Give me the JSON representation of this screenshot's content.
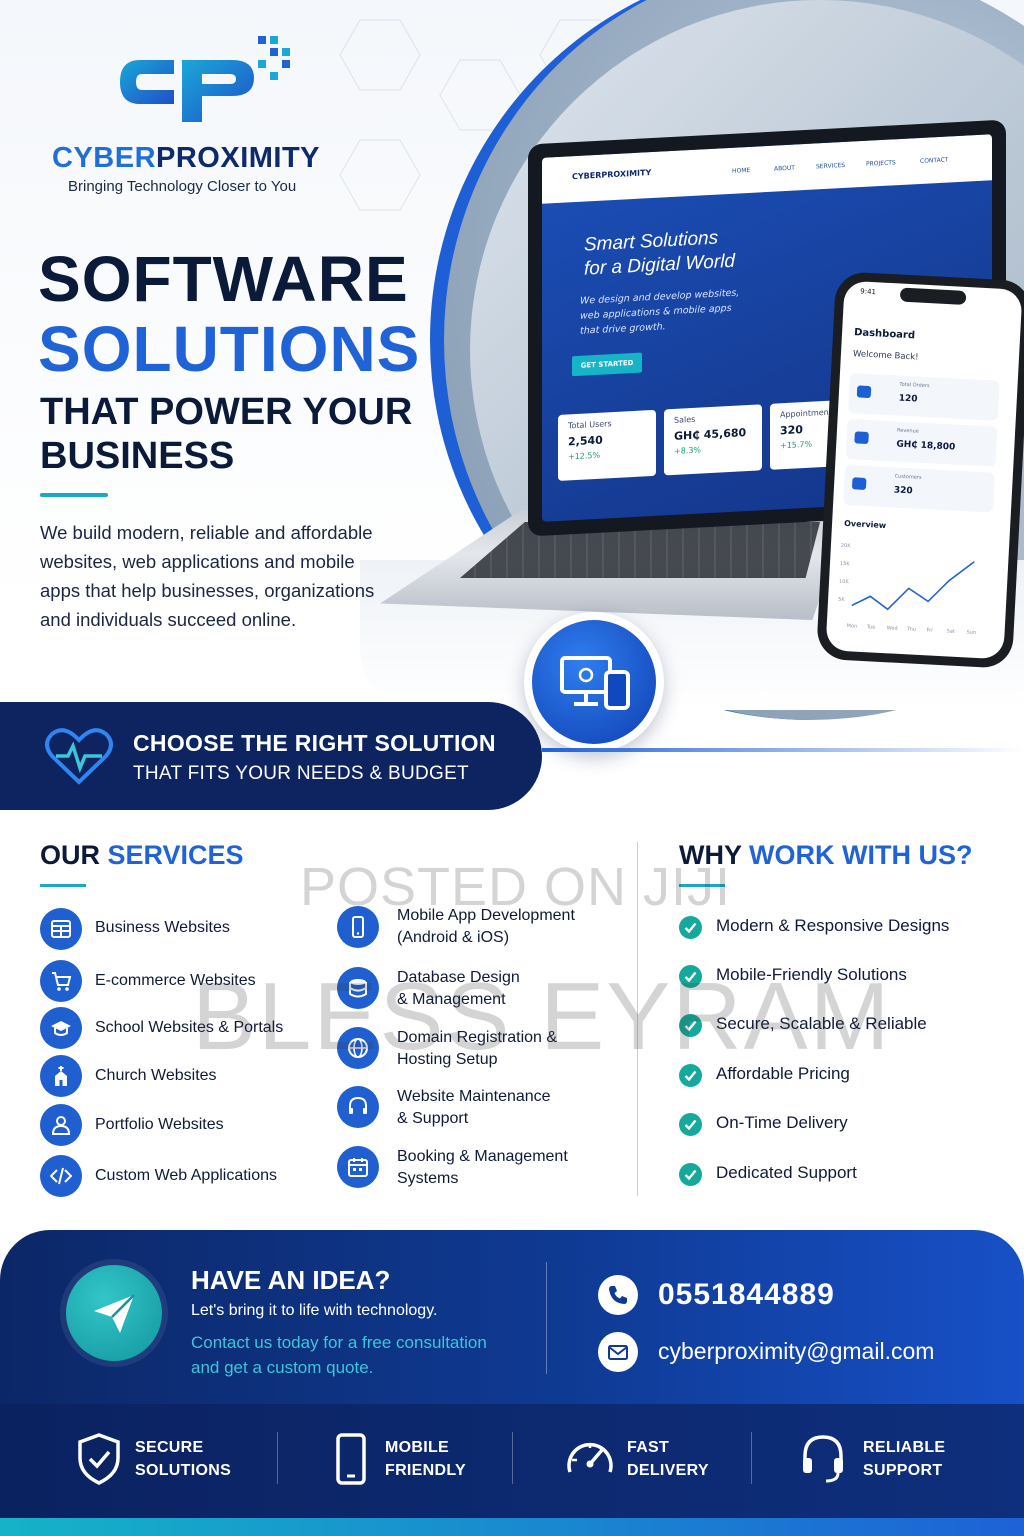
{
  "brand": {
    "logo_mark": "CP",
    "name_part1": "CYBER",
    "name_part2": "PROXIMITY",
    "tagline": "Bringing Technology Closer to You"
  },
  "hero": {
    "line1": "SOFTWARE",
    "line2": "SOLUTIONS",
    "line3": "THAT POWER YOUR",
    "line4": "BUSINESS",
    "intro": "We build modern, reliable and affordable websites, web applications and mobile apps that help businesses, organizations and individuals succeed online."
  },
  "laptop_site": {
    "logo": "CYBERPROXIMITY",
    "menu": [
      "HOME",
      "ABOUT",
      "SERVICES",
      "PROJECTS",
      "CONTACT"
    ],
    "headline_1": "Smart Solutions",
    "headline_2": "for a Digital World",
    "body": "We design and develop websites, web applications & mobile apps that drive growth.",
    "cta": "GET STARTED",
    "cards": [
      {
        "title": "Total Users",
        "value": "2,540",
        "growth": "+12.5%"
      },
      {
        "title": "Sales",
        "value": "GH₵ 45,680",
        "growth": "+8.3%"
      },
      {
        "title": "Appointments",
        "value": "320",
        "growth": "+15.7%"
      }
    ]
  },
  "phone_app": {
    "time": "9:41",
    "title": "Dashboard",
    "subtitle": "Welcome Back!",
    "rows": [
      {
        "label": "Total Orders",
        "value": "120"
      },
      {
        "label": "Revenue",
        "value": "GH₵ 18,800"
      },
      {
        "label": "Customers",
        "value": "320"
      }
    ],
    "overview": "Overview",
    "days": [
      "Mon",
      "Tue",
      "Wed",
      "Thu",
      "Fri",
      "Sat",
      "Sun"
    ],
    "y_ticks": [
      "20K",
      "15K",
      "10K",
      "5K"
    ]
  },
  "choose": {
    "line1": "CHOOSE THE RIGHT SOLUTION",
    "line2": "THAT FITS YOUR NEEDS & BUDGET"
  },
  "services": {
    "title_part1": "OUR ",
    "title_part2": "SERVICES",
    "left": [
      {
        "label": "Business Websites",
        "icon": "grid-icon"
      },
      {
        "label": "E-commerce Websites",
        "icon": "cart-icon"
      },
      {
        "label": "School Websites & Portals",
        "icon": "graduation-cap-icon"
      },
      {
        "label": "Church Websites",
        "icon": "church-icon"
      },
      {
        "label": "Portfolio Websites",
        "icon": "user-icon"
      },
      {
        "label": "Custom Web Applications",
        "icon": "code-icon"
      }
    ],
    "right": [
      {
        "line1": "Mobile App Development",
        "line2": "(Android & iOS)",
        "icon": "mobile-icon"
      },
      {
        "line1": "Database Design",
        "line2": "& Management",
        "icon": "database-icon"
      },
      {
        "line1": "Domain Registration &",
        "line2": "Hosting Setup",
        "icon": "globe-icon"
      },
      {
        "line1": "Website Maintenance",
        "line2": "& Support",
        "icon": "headset-icon"
      },
      {
        "line1": "Booking & Management",
        "line2": "Systems",
        "icon": "calendar-icon"
      }
    ]
  },
  "why": {
    "title_part1": "WHY ",
    "title_part2": "WORK WITH US?",
    "items": [
      "Modern & Responsive Designs",
      "Mobile-Friendly Solutions",
      "Secure, Scalable & Reliable",
      "Affordable Pricing",
      "On-Time Delivery",
      "Dedicated Support"
    ]
  },
  "watermark": {
    "line1": "POSTED ON JIJI",
    "line2": "BLESS EYRAM"
  },
  "idea": {
    "title": "HAVE AN IDEA?",
    "subtitle": "Let's bring it to life with technology.",
    "cta_line1": "Contact us today for a free consultation",
    "cta_line2": "and get a custom quote.",
    "phone": "0551844889",
    "email": "cyberproximity@gmail.com"
  },
  "features": [
    {
      "line1": "SECURE",
      "line2": "SOLUTIONS",
      "icon": "shield-check-icon"
    },
    {
      "line1": "MOBILE",
      "line2": "FRIENDLY",
      "icon": "smartphone-icon"
    },
    {
      "line1": "FAST",
      "line2": "DELIVERY",
      "icon": "speedometer-icon"
    },
    {
      "line1": "RELIABLE",
      "line2": "SUPPORT",
      "icon": "headset-icon"
    }
  ],
  "colors": {
    "navy": "#0d2460",
    "accent_blue": "#1f63d6",
    "teal": "#14a99a",
    "cyan_text": "#3cc6d8"
  }
}
